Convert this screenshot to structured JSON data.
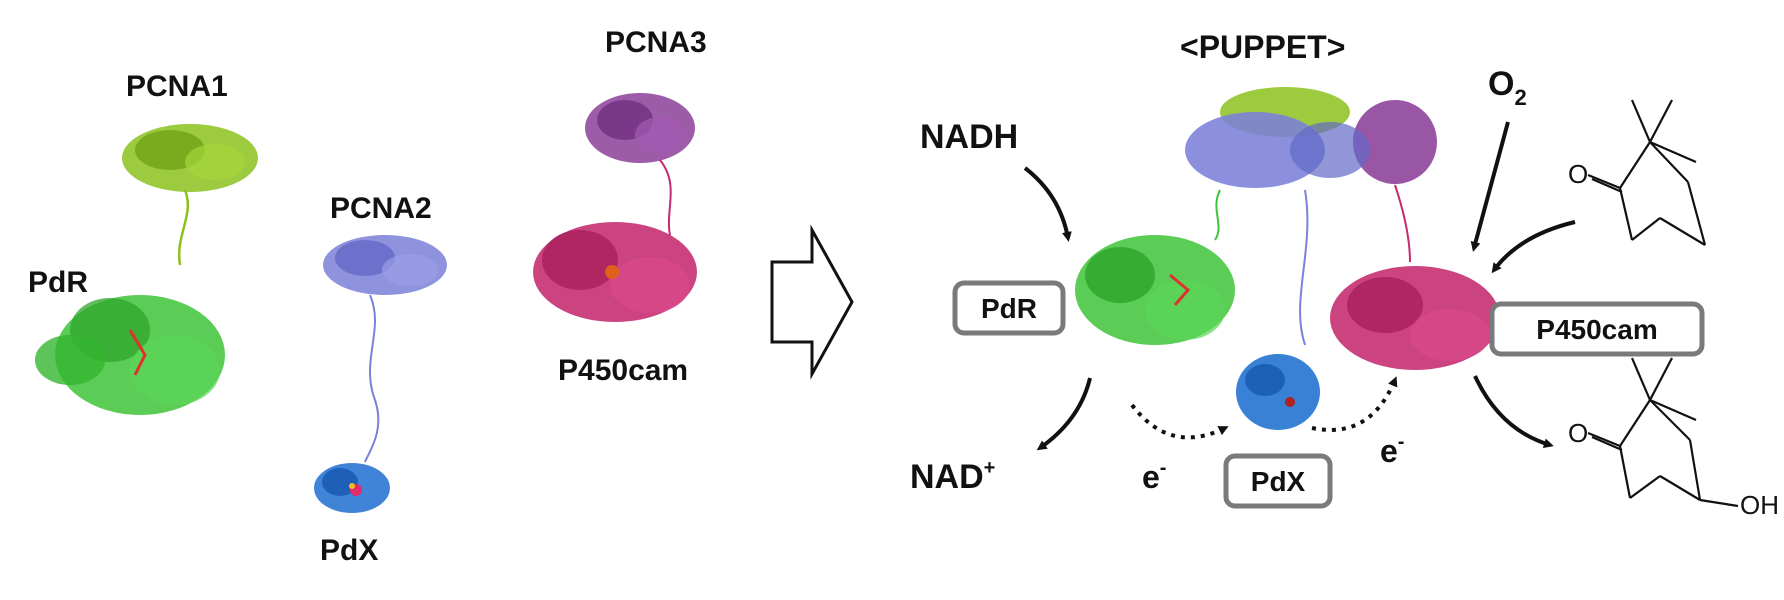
{
  "left_panel": {
    "pcna1_label": "PCNA1",
    "pdr_label": "PdR",
    "pcna2_label": "PCNA2",
    "pdx_label": "PdX",
    "pcna3_label": "PCNA3",
    "p450_label": "P450cam"
  },
  "right_panel": {
    "title": "<PUPPET>",
    "nadh_label": "NADH",
    "nad_label": "NAD",
    "nad_sup": "+",
    "o2_label": "O",
    "o2_sub": "2",
    "electron_left_label": "e",
    "electron_left_sup": "-",
    "electron_right_label": "e",
    "electron_right_sup": "-",
    "pdr_box": "PdR",
    "pdx_box": "PdX",
    "p450_box": "P450cam",
    "camphor_o": "O",
    "hydroxycamphor_o": "O",
    "hydroxycamphor_oh": "OH"
  },
  "colors": {
    "pcna1": "#8cc21f",
    "pdr": "#3ec43a",
    "pcna2": "#7b80d8",
    "pdx": "#1e6fd0",
    "pcna3": "#8b3f99",
    "p450": "#c42a6e",
    "box_border": "#7a7a7a",
    "text": "#111111"
  }
}
